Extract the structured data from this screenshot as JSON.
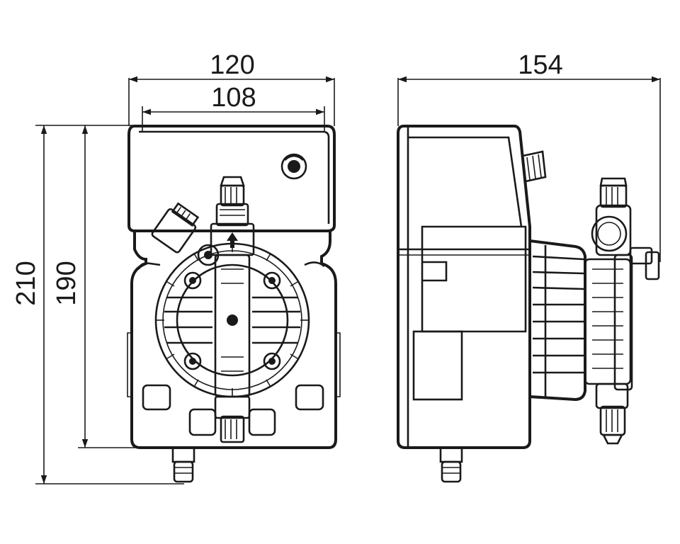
{
  "dimensions": {
    "front_width_outer": "120",
    "front_width_inner": "108",
    "height_outer": "210",
    "height_inner": "190",
    "side_depth": "154"
  },
  "colors": {
    "line": "#1a1a1a",
    "background": "#ffffff"
  }
}
